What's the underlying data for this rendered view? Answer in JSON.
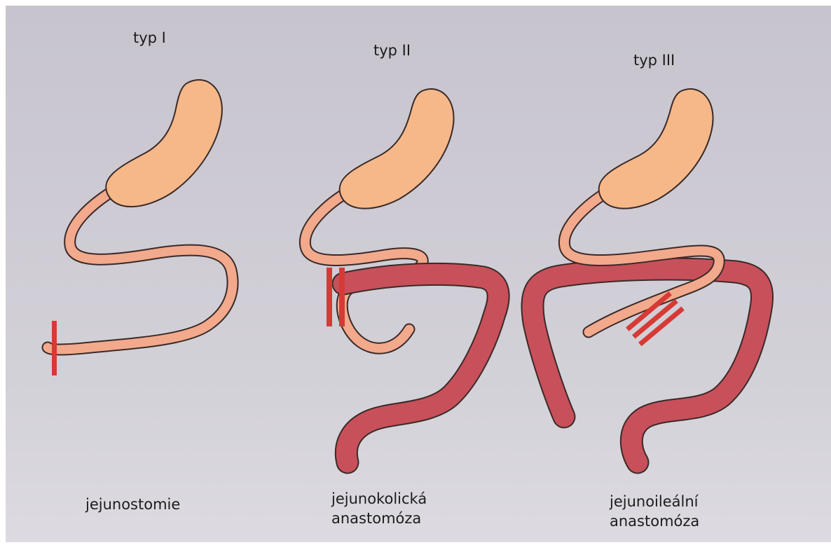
{
  "colors": {
    "stomach": "#f6b889",
    "intestine_small": "#f2a98c",
    "colon": "#c8505a",
    "cut_mark": "#d73a35",
    "outline": "#3a2a28",
    "text": "#1c1c1c"
  },
  "panels": [
    {
      "type_label": "typ I",
      "caption_lines": [
        "jejunostomie"
      ]
    },
    {
      "type_label": "typ II",
      "caption_lines": [
        "jejunokolická",
        "anastomóza"
      ]
    },
    {
      "type_label": "typ III",
      "caption_lines": [
        "jejunoileální",
        "anastomóza"
      ]
    }
  ]
}
